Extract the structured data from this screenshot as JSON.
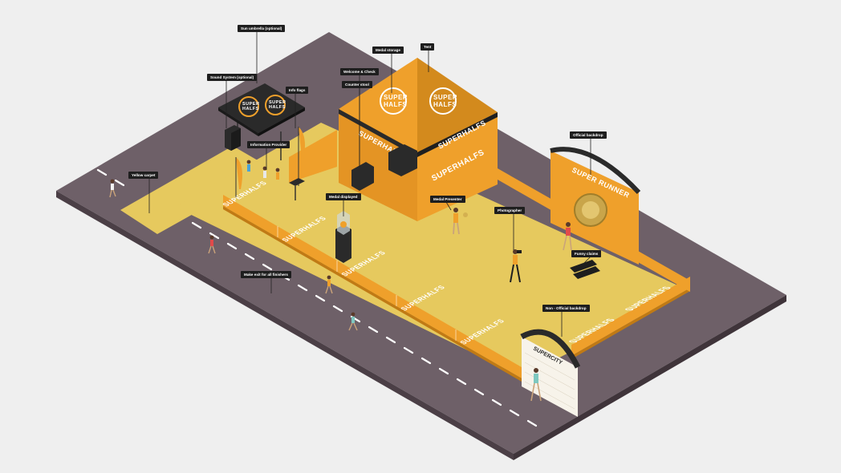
{
  "brand": {
    "name": "SUPERHALFS",
    "name_stacked": [
      "SUPER",
      "HALFS"
    ],
    "backdrop_title": "SUPER RUNNER",
    "city_title": "SUPERCITY"
  },
  "colors": {
    "background": "#efefef",
    "road": "#6e6068",
    "road_side": "#4b3f46",
    "plaza": "#e6c95e",
    "brand_orange": "#efa02b",
    "dark": "#262626",
    "lane_marking": "#ffffff"
  },
  "callouts": {
    "sound_umbrella": "Sun umbrella (optional)",
    "medal_storage": "Medal storage",
    "tent": "Tent",
    "sound_system": "Sound System (optional)",
    "welcome_check": "Welcome & Check",
    "info_flags": "Info flags",
    "counter_stool": "Counter stool",
    "information_provider": "Information Provider",
    "official_backdrop": "Official backdrop",
    "yellow_carpet": "Yellow carpet",
    "medal_displayed": "Medal displayed",
    "medal_presenter": "Medal Presenter",
    "photographer": "Photographer",
    "funny_claims": "Funny claims",
    "make_exit": "Make exit for all finishers",
    "non_official_backdrop": "Non - Official backdrop"
  }
}
